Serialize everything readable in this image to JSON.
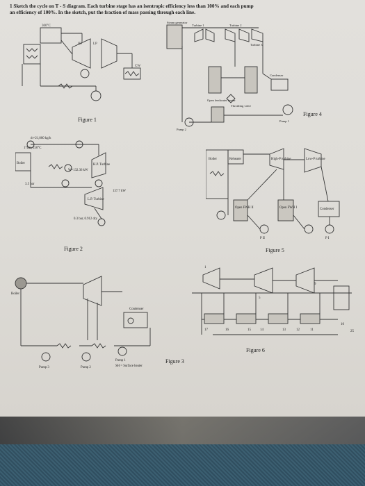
{
  "prompt": {
    "line1": "1 Sketch the cycle on T - S diagram. Each turbine stage has an isentropic efficiency less than 100% and each pump",
    "line2": "an efficiency of 100%. In the sketch, put the fraction of mass passing through each line."
  },
  "figures": {
    "f1": "Figure 1",
    "f2": "Figure 2",
    "f3": "Figure 3",
    "f4": "Figure 4",
    "f5": "Figure 5",
    "f6": "Figure 6"
  },
  "fig2_labels": {
    "mass": "ṁ=21,000 kg/h",
    "state1": "17bar, 250°C",
    "turbine_hp": "H.P. Turbine",
    "boiler": "Boiler",
    "wdot": "Ẇ=132.36 kW",
    "p35": "3.5 bar",
    "w137": "137.7 kW",
    "turbine_lp": "L.P. Turbine",
    "exit": "0.3 bar, 0.912 dry"
  },
  "fig4_labels": {
    "generator": "Steam generator",
    "turbine1": "Turbine 1",
    "turbine2": "Turbine 2",
    "turbine3": "Turbine 3",
    "open_fwh": "Open feedwater heater",
    "condenser": "Condenser",
    "throttling": "Throttling valve",
    "pump1": "Pump 1",
    "pump2": "Pump 2"
  },
  "fig5_labels": {
    "boiler": "Boiler",
    "reheater": "Reheater",
    "hp_turbine": "High-P turbine",
    "lp_turbine": "Low-P turbine",
    "open_fwh2": "Open FWH II",
    "open_fwh1": "Open FWH I",
    "condenser": "Condenser",
    "p2": "P II",
    "p1": "P I"
  },
  "fig3_labels": {
    "boiler": "Boiler",
    "condenser": "Condenser",
    "pump1": "Pump 1",
    "pump2": "Pump 2",
    "pump3": "Pump 3",
    "surface_heater": "SH = Surface heater"
  }
}
